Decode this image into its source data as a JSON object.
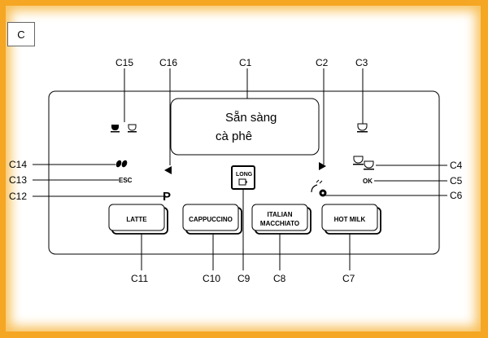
{
  "corner_label": "C",
  "display": {
    "line1": "Sẵn sàng",
    "line2": "cà phê"
  },
  "buttons": {
    "latte": "LATTE",
    "cappuccino": "CAPPUCCINO",
    "italian": "ITALIAN",
    "macchiato": "MACCHIATO",
    "hot_milk": "HOT MILK",
    "long": "LONG"
  },
  "icons": {
    "esc": "ESC",
    "ok": "OK",
    "p": "P"
  },
  "callouts": {
    "c1": "C1",
    "c2": "C2",
    "c3": "C3",
    "c4": "C4",
    "c5": "C5",
    "c6": "C6",
    "c7": "C7",
    "c8": "C8",
    "c9": "C9",
    "c10": "C10",
    "c11": "C11",
    "c12": "C12",
    "c13": "C13",
    "c14": "C14",
    "c15": "C15",
    "c16": "C16"
  },
  "colors": {
    "frame": "#f5a623",
    "line": "#000000"
  }
}
